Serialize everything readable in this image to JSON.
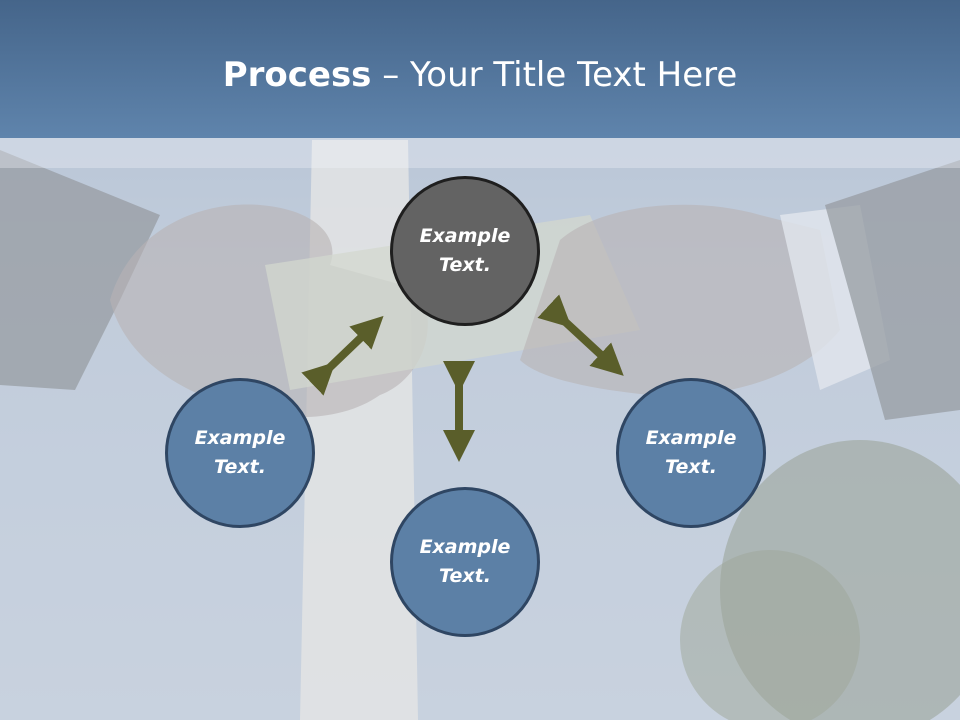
{
  "title": {
    "bold": "Process",
    "rest": " – Your Title Text Here"
  },
  "circles": {
    "top": {
      "line1": "Example",
      "line2": "Text."
    },
    "left": {
      "line1": "Example",
      "line2": "Text."
    },
    "right": {
      "line1": "Example",
      "line2": "Text."
    },
    "bottom": {
      "line1": "Example",
      "line2": "Text."
    }
  },
  "colors": {
    "header": "#5f84ac",
    "circle": "#5c80a6",
    "center_circle": "#636363",
    "arrow": "#5a5e2a"
  }
}
